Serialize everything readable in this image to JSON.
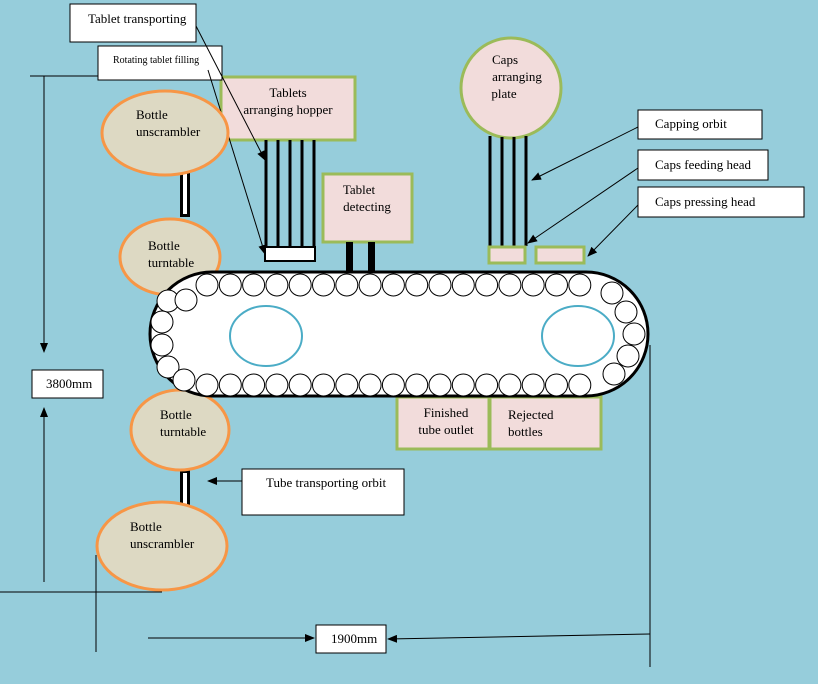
{
  "labels": {
    "tablet_transporting": "Tablet transporting",
    "rotating_tablet_filling": "Rotating tablet filling",
    "tablets_hopper_line1": "Tablets",
    "tablets_hopper_line2": "arranging hopper",
    "caps_plate_line1": "Caps",
    "caps_plate_line2": "arranging",
    "caps_plate_line3": "plate",
    "capping_orbit": "Capping orbit",
    "caps_feeding_head": "Caps feeding head",
    "caps_pressing_head": "Caps pressing head",
    "tablet_detecting_line1": "Tablet",
    "tablet_detecting_line2": "detecting",
    "bottle_unscrambler_top_line1": "Bottle",
    "bottle_unscrambler_top_line2": "unscrambler",
    "bottle_turntable_top_line1": "Bottle",
    "bottle_turntable_top_line2": "turntable",
    "bottle_turntable_bottom_line1": "Bottle",
    "bottle_turntable_bottom_line2": "turntable",
    "bottle_unscrambler_bottom_line1": "Bottle",
    "bottle_unscrambler_bottom_line2": "unscrambler",
    "finished_outlet_line1": "Finished",
    "finished_outlet_line2": "tube outlet",
    "rejected_line1": "Rejected",
    "rejected_line2": "bottles",
    "tube_transporting_orbit": "Tube transporting orbit",
    "height_dimension": "3800mm",
    "width_dimension": "1900mm"
  },
  "colors": {
    "background": "#96cddb",
    "pink_box": "#f2dcdb",
    "green_border": "#9bbb59",
    "tan_fill": "#ddd9c3",
    "orange_border": "#f79646",
    "teal_circle": "#4bacc6"
  }
}
